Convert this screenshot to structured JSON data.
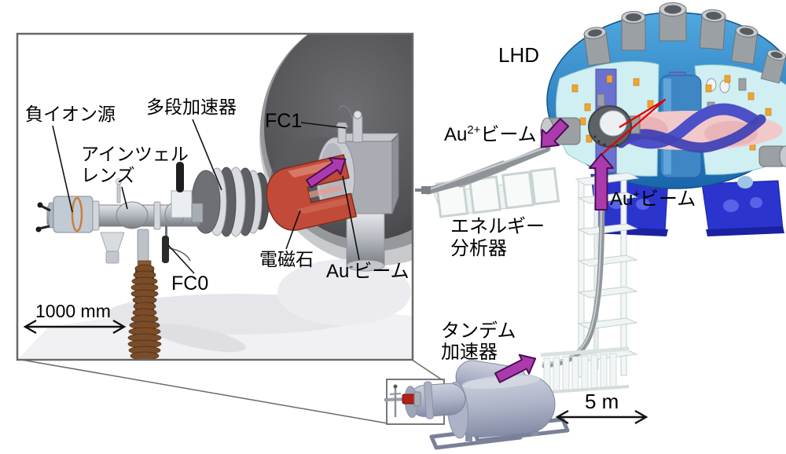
{
  "inset": {
    "labels": {
      "negative_ion_source": "負イオン源",
      "multistage_accelerator": "多段加速器",
      "einzel_lens": "アインツェル\nレンズ",
      "fc1": "FC1",
      "fc0": "FC0",
      "electromagnet": "電磁石",
      "au_minus_beam": {
        "base": "Au",
        "charge": "-",
        "suffix": "ビーム"
      },
      "scale": "1000 mm"
    }
  },
  "main": {
    "labels": {
      "lhd": "LHD",
      "au2plus_beam": {
        "base": "Au",
        "charge": "2+",
        "suffix": "ビーム"
      },
      "au_plus_beam": {
        "base": "Au",
        "charge": "+",
        "suffix": "ビーム"
      },
      "energy_analyzer": "エネルギー\n分析器",
      "tandem_accelerator": "タンデム\n加速器",
      "scale": "5 m"
    }
  },
  "colors": {
    "beam_arrow_fill": "#AB3BAD",
    "beam_arrow_outline": "#4B0E55",
    "beam_line_red": "#E00000",
    "electromagnet_red": "#C14A38",
    "insulator_brown": "#6E4423",
    "lhd_shell_blue": "#2F8BCD",
    "lhd_section_cyan": "#CFEFF3",
    "lhd_coil_purple": "#4E50C8",
    "lhd_support_blue": "#2B35CE",
    "plasma_pink": "#F1C9CB"
  }
}
